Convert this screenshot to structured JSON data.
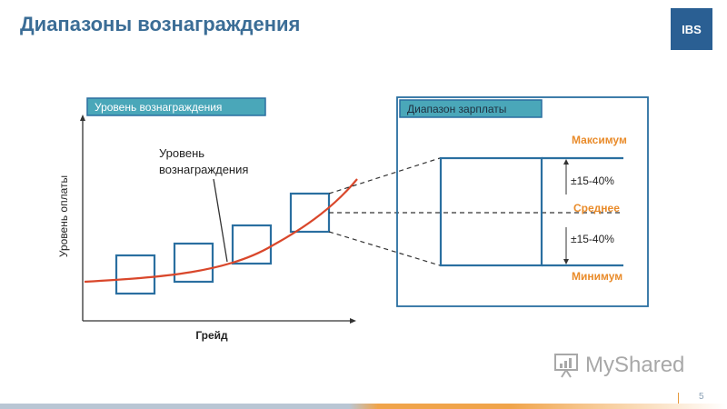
{
  "page": {
    "title": "Диапазоны вознаграждения",
    "logo_text": "IBS",
    "page_number": "5"
  },
  "diagram": {
    "left_tag": "Уровень вознаграждения",
    "curve_label_line1": "Уровень",
    "curve_label_line2": "вознаграждения",
    "y_axis_label": "Уровень оплаты",
    "x_axis_label": "Грейд",
    "right_tag": "Диапазон зарплаты",
    "max_label": "Максимум",
    "mid_label": "Среднее",
    "min_label": "Минимум",
    "upper_pct": "±15-40%",
    "lower_pct": "±15-40%"
  },
  "watermark": {
    "text": "MyShared"
  },
  "colors": {
    "accent_blue": "#2a6fa0",
    "curve_red": "#d9472b",
    "orange": "#e98b2a",
    "title_blue": "#3b6d96",
    "tag_bg": "#4aa7b9"
  }
}
